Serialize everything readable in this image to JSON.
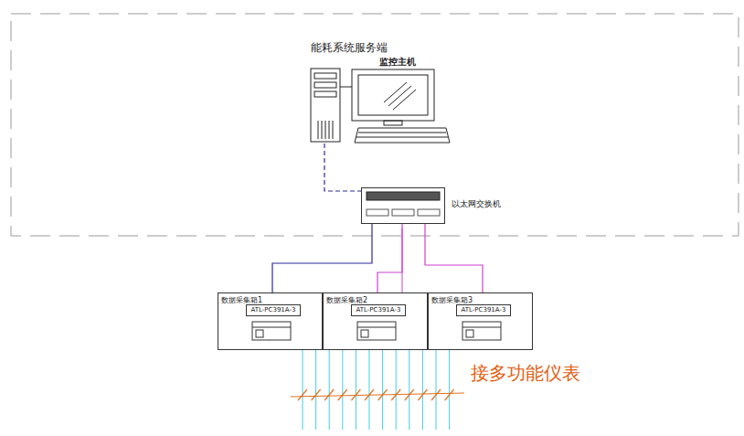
{
  "diagram": {
    "nodes": [
      {
        "text": [
          "能耗系统服务端"
        ]
      },
      {
        "text": [
          "监控主机"
        ],
        "in": 0
      },
      {
        "text": [
          "以太网交换机"
        ],
        "in": 0
      },
      {
        "text": [
          "数据采集箱1"
        ]
      },
      {
        "text": [
          "ATL-PC391A-3"
        ],
        "in": 3
      },
      {
        "text": [
          "数据采集箱2"
        ]
      },
      {
        "text": [
          "ATL-PC391A-3"
        ],
        "in": 5
      },
      {
        "text": [
          "数据采集箱3"
        ]
      },
      {
        "text": [
          "ATL-PC391A-3"
        ],
        "in": 7
      }
    ],
    "edges": [
      {
        "from": 1,
        "to": 2,
        "arrow": "none"
      },
      {
        "from": 2,
        "to": 3,
        "arrow": "none"
      },
      {
        "from": 2,
        "to": 5,
        "arrow": "none"
      },
      {
        "from": 2,
        "to": 7,
        "arrow": "none"
      }
    ],
    "labels": [
      "接多功能仪表"
    ]
  }
}
